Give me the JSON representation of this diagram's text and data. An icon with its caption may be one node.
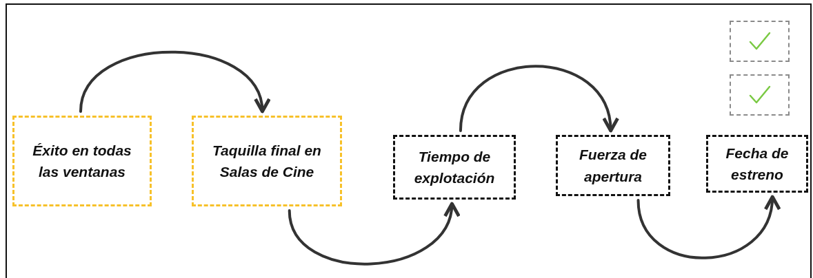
{
  "diagram": {
    "nodes": [
      {
        "text": [
          "Éxito en todas las ventanas"
        ]
      },
      {
        "text": [
          "Taquilla final en Salas de Cine"
        ]
      },
      {
        "text": [
          "Tiempo de explotación"
        ]
      },
      {
        "text": [
          "Fuerza de apertura"
        ]
      },
      {
        "text": [
          "Fecha de estreno"
        ]
      },
      {
        "text": [],
        "shape": "box"
      },
      {
        "text": [],
        "shape": "box"
      }
    ],
    "edges": [
      {
        "from": 0,
        "to": 1,
        "arrow": "to"
      },
      {
        "from": 1,
        "to": 2,
        "arrow": "to"
      },
      {
        "from": 2,
        "to": 3,
        "arrow": "to"
      },
      {
        "from": 3,
        "to": 4,
        "arrow": "to"
      }
    ]
  }
}
